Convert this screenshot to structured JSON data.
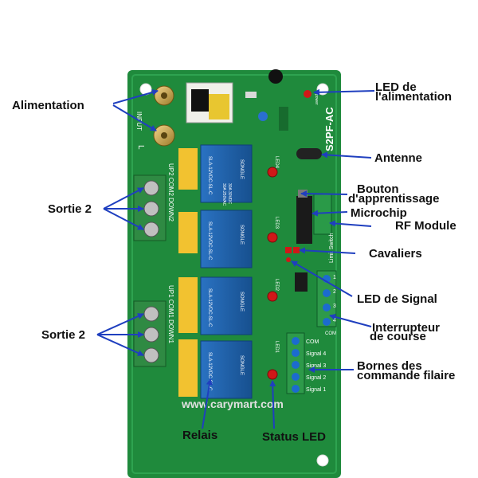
{
  "labels": {
    "alimentation": "Alimentation",
    "sortie2_top": "Sortie 2",
    "sortie2_bottom": "Sortie 2",
    "led_alim_1": "LED de",
    "led_alim_2": "l'alimentation",
    "antenne": "Antenne",
    "bouton_1": "Bouton",
    "bouton_2": "d'apprentissage",
    "microchip": "Microchip",
    "rf_module": "RF Module",
    "cavaliers": "Cavaliers",
    "led_signal": "LED de Signal",
    "interrupteur_1": "Interrupteur",
    "interrupteur_2": "de course",
    "bornes_1": "Bornes des",
    "bornes_2": "commande filaire",
    "relais": "Relais",
    "status_led": "Status LED"
  },
  "board": {
    "model": "S2PF-AC",
    "website": "www.carymart.com",
    "input_text": "INPUT",
    "l_text": "L",
    "up_com_down_top": "UP2 COM2 DOWN2",
    "up_com_down_bottom": "UP1 COM1 DOWN1",
    "limit_switch_text": "Limit Switch",
    "power_text": "power",
    "com_terminal": "COM",
    "led_labels": [
      "LED4",
      "LED3",
      "LED2",
      "LED1"
    ],
    "terminal_labels": [
      "COM",
      "Signal 4",
      "Signal 3",
      "Signal 2",
      "Signal 1"
    ],
    "limit_numbers": [
      "1",
      "2",
      "3",
      "4"
    ],
    "relay_brand": "SONGLE",
    "relay_model": "SLA-12VDC-SL-C",
    "relay_specs": [
      "30A 250VAC",
      "30A 30VDC"
    ]
  },
  "colors": {
    "pcb": "#1f8a3c",
    "pcb_dark": "#176b2e",
    "relay": "#1f5fa8",
    "capacitor": "#f2c230",
    "terminal": "#2f8a43",
    "arrow": "#1f3fbf",
    "led": "#d01818",
    "screw_terminal": "#1c6bcf"
  }
}
